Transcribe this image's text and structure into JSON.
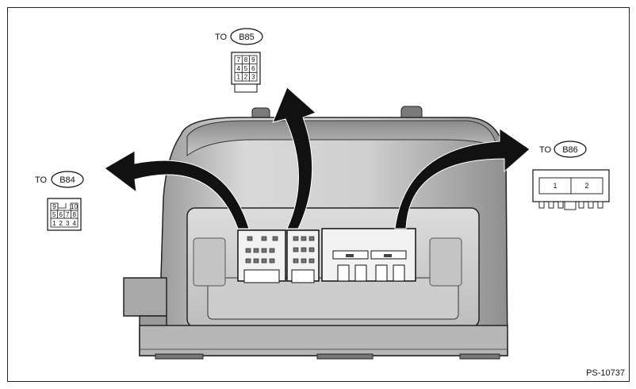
{
  "figure_id": "PS-10737",
  "connectors": [
    {
      "prefix": "TO",
      "code": "B85",
      "pins": [
        [
          "7",
          "8",
          "9"
        ],
        [
          "4",
          "5",
          "6"
        ],
        [
          "1",
          "2",
          "3"
        ]
      ]
    },
    {
      "prefix": "TO",
      "code": "B84",
      "top_row": [
        "9",
        "10"
      ],
      "pins": [
        [
          "5",
          "6",
          "7",
          "8"
        ],
        [
          "1",
          "2",
          "3",
          "4"
        ]
      ]
    },
    {
      "prefix": "TO",
      "code": "B86",
      "pins": [
        [
          "1",
          "2"
        ]
      ]
    }
  ]
}
